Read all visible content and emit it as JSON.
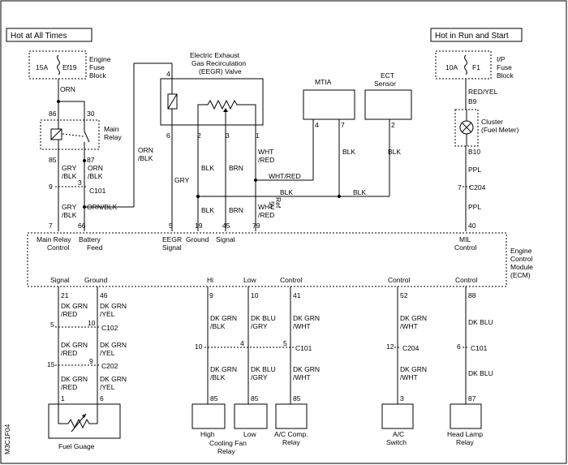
{
  "headers": {
    "hot_always": "Hot at All Times",
    "hot_run": "Hot in Run and Start"
  },
  "left_fuse": {
    "rating": "15A",
    "name": "Ef19",
    "block": [
      "Engine",
      "Fuse",
      "Block"
    ]
  },
  "right_fuse": {
    "rating": "10A",
    "name": "F1",
    "block": [
      "I/P",
      "Fuse",
      "Block"
    ]
  },
  "main_relay": {
    "label": [
      "Main",
      "Relay"
    ],
    "pins": [
      "86",
      "30",
      "85",
      "87"
    ]
  },
  "wires": {
    "orn": "ORN",
    "orn_blk_a": "ORN",
    "orn_blk_b": "/BLK",
    "gry_blk_a": "GRY",
    "gry_blk_b": "/BLK",
    "orn_blk2_a": "ORN",
    "orn_blk2_b": "/BLK",
    "c101_left_pin_9": "9",
    "c101_left_pin_3": "3",
    "c101_left": "C101",
    "gry_blk3_a": "GRY",
    "gry_blk3_b": "/BLK",
    "orn_blk_bus": "ORN/BLK",
    "ecm_pin_7": "7",
    "ecm_pin_66": "66",
    "gry": "GRY",
    "blk_a": "BLK",
    "brn_a": "BRN",
    "wht_red_a": "WHT",
    "wht_red_b": "/RED",
    "wht_red_bus": "WHT/RED",
    "blk_bus": "BLK",
    "blk_bus2": "BLK",
    "blk_b": "BLK",
    "brn_b": "BRN",
    "wht_red_c": "WHT",
    "wht_red_d": "/RED",
    "blk_mtia": "BLK",
    "blk_ect": "BLK",
    "red_yel": "RED/YEL",
    "b9": "B9",
    "b10": "B10",
    "ppl_a": "PPL",
    "ppl_b": "PPL",
    "c204_pin": "7",
    "c204": "C204",
    "ecm_pin_40": "40",
    "ecm_pin_5": "5",
    "ecm_pin_19": "19",
    "ecm_pin_45": "45",
    "ecm_pin_79": "79",
    "ref_5v": "5V",
    "ref_label": "Ref"
  },
  "eegr": {
    "title": [
      "Electric  Exhaust",
      "Gas Recirculation",
      "(EEGR) Valve"
    ],
    "pins": [
      "4",
      "6",
      "2",
      "3",
      "1"
    ]
  },
  "mtia": {
    "title": "MTIA",
    "pin": "4",
    "pin2": "7"
  },
  "ect": {
    "title": [
      "ECT",
      "Sensor"
    ],
    "pin": "2"
  },
  "cluster": {
    "title": [
      "Cluster",
      "(Fuel Meter)"
    ]
  },
  "ecm": {
    "name": [
      "Engine",
      "Control",
      "Module",
      "(ECM)"
    ],
    "top_labels": [
      "Main Relay",
      "Control",
      "Battery",
      "Feed",
      "EEGR",
      "Signal",
      "Ground",
      "Signal",
      "MIL",
      "Control"
    ],
    "bottom_labels": [
      "Signal",
      "Ground",
      "Hi",
      "Low",
      "Control",
      "Control",
      "Control"
    ]
  },
  "fuel": {
    "pins": [
      "21",
      "46",
      "5",
      "10",
      "15",
      "9",
      "1",
      "6"
    ],
    "wires": [
      "DK GRN",
      "/RED",
      "DK GRN",
      "/YEL",
      "DK GRN",
      "/RED",
      "DK GRN",
      "/YEL",
      "DK GRN",
      "/RED",
      "DK GRN",
      "/YEL"
    ],
    "c102": "C102",
    "c202": "C202",
    "title": "Fuel Guage"
  },
  "fans": {
    "pins": [
      "9",
      "10",
      "41",
      "10",
      "4",
      "5",
      "85",
      "85",
      "85"
    ],
    "wires": [
      "DK GRN",
      "/BLK",
      "DK BLU",
      "/GRY",
      "DK GRN",
      "/WHT",
      "DK GRN",
      "/BLK",
      "DK BLU",
      "/GRY",
      "DK GRN",
      "/WHT"
    ],
    "c101": "C101",
    "high": "High",
    "low": "Low",
    "cooling": [
      "Cooling Fan",
      "Relay"
    ],
    "ac": [
      "A/C Comp.",
      "Relay"
    ]
  },
  "ac_switch": {
    "pins": [
      "52",
      "12",
      "3"
    ],
    "wires": [
      "DK GRN",
      "/WHT",
      "DK GRN",
      "/WHT"
    ],
    "c204": "C204",
    "title": [
      "A/C",
      "Switch"
    ]
  },
  "headlamp": {
    "pins": [
      "88",
      "6",
      "87"
    ],
    "wires": [
      "DK BLU",
      "DK BLU"
    ],
    "c101": "C101",
    "title": [
      "Head Lamp",
      "Relay"
    ]
  },
  "side_code": "M3C1F04"
}
